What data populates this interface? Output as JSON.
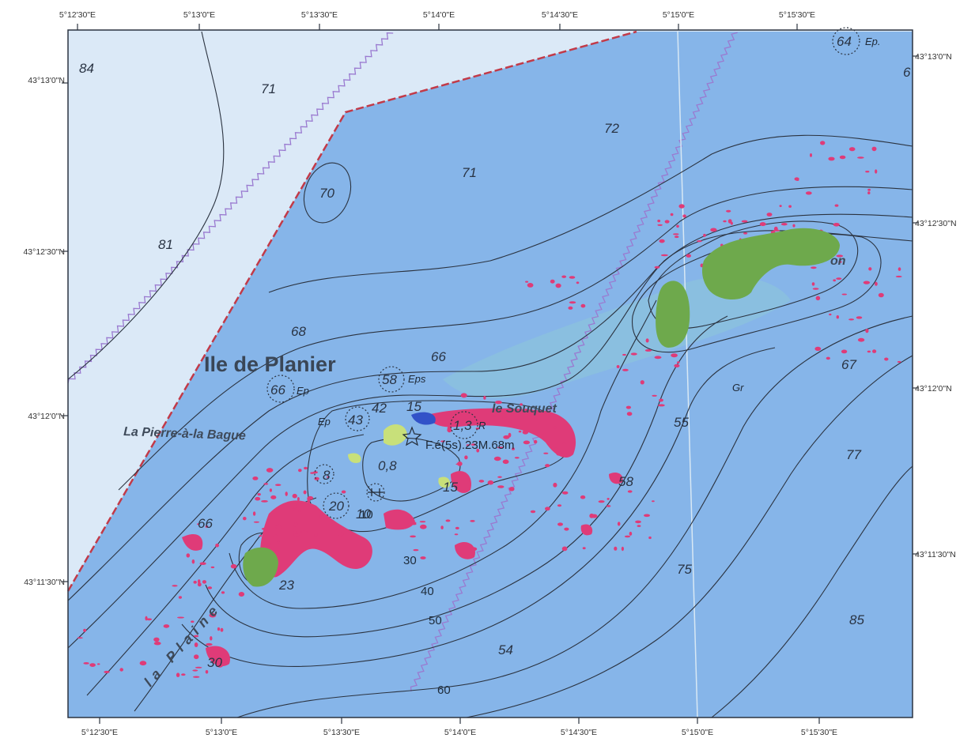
{
  "map": {
    "colors": {
      "shallow_zone": "#dbe9f7",
      "deep_zone": "#86b5e9",
      "posidonia": "#df3b78",
      "algae_green": "#6ea94c",
      "algae_yellow": "#c8e07a",
      "contour": "#2b3340",
      "limit_line": "#c23a48",
      "wave_line": "#9a7ad0"
    },
    "lon_labels_top": [
      "5°12'30\"E",
      "5°13'0\"E",
      "5°13'30\"E",
      "5°14'0\"E",
      "5°14'30\"E",
      "5°15'0\"E",
      "5°15'30\"E"
    ],
    "lon_labels_bottom": [
      "5°12'30\"E",
      "5°13'0\"E",
      "5°13'30\"E",
      "5°14'0\"E",
      "5°14'30\"E",
      "5°15'0\"E",
      "5°15'30\"E"
    ],
    "lat_labels_left": [
      "43°13'0\"N",
      "43°12'30\"N",
      "43°12'0\"N",
      "43°11'30\"N"
    ],
    "lat_labels_right": [
      "43°13'0\"N",
      "43°12'30\"N",
      "43°12'0\"N",
      "43°11'30\"N"
    ],
    "place_names": {
      "island": "Ile de Planier",
      "pierre": "La Pierre-à-la Bague",
      "souquet": "le Souquet",
      "plaine": "la Plaine",
      "partial_on": "on"
    },
    "lighthouse": "F.é(5s).23M.68m",
    "depths": [
      "84",
      "71",
      "81",
      "70",
      "71",
      "72",
      "68",
      "66",
      "66",
      "58",
      "15",
      "42",
      "43",
      "8",
      "20",
      "10",
      "0,8",
      "15",
      "1,3",
      "23",
      "66",
      "30",
      "55",
      "58",
      "67",
      "77",
      "75",
      "85",
      "54",
      "64",
      "6"
    ],
    "contour_labels": [
      "30",
      "40",
      "50",
      "60",
      "55",
      "10"
    ],
    "abbreviations": [
      "Ep",
      "Eps",
      "Ep",
      "R",
      "Gr",
      "Ep."
    ]
  }
}
